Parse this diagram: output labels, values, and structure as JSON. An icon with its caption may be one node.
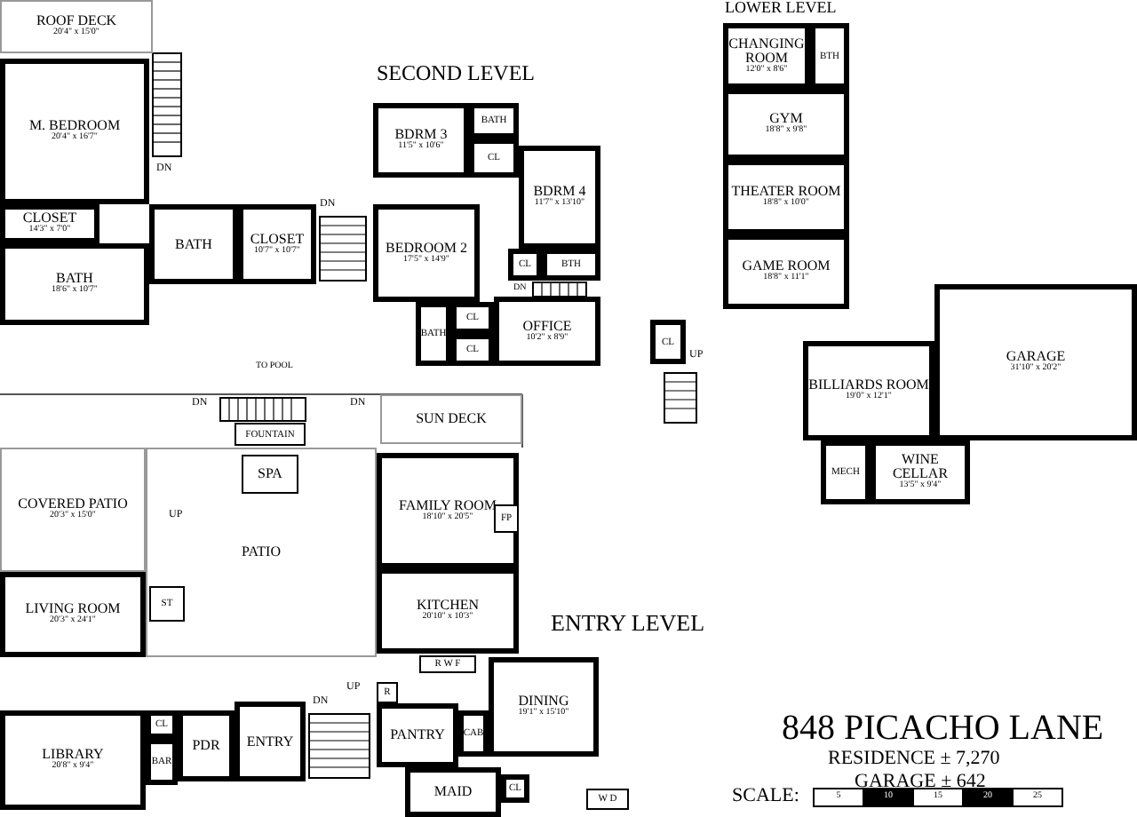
{
  "diagram": {
    "title": "848 PICACHO LANE",
    "nodes": [
      {
        "text": [
          "ROOF DECK",
          "20'4\" x 15'0\""
        ]
      },
      {
        "text": [
          "M. BEDROOM",
          "20'4\" x 16'7\""
        ]
      },
      {
        "text": [
          "CLOSET",
          "14'3\" x 7'0\""
        ]
      },
      {
        "text": [
          "BATH",
          "18'6\" x 10'7\""
        ]
      },
      {
        "text": [
          "BATH"
        ]
      },
      {
        "text": [
          "CLOSET",
          "10'7\" x 10'7\""
        ]
      },
      {
        "text": [
          "BDRM 3",
          "11'5\" x 10'6\""
        ]
      },
      {
        "text": [
          "BATH"
        ]
      },
      {
        "text": [
          "CL"
        ]
      },
      {
        "text": [
          "BDRM 4",
          "11'7\" x 13'10\""
        ]
      },
      {
        "text": [
          "CL"
        ]
      },
      {
        "text": [
          "BTH"
        ]
      },
      {
        "text": [
          "BEDROOM 2",
          "17'5\" x 14'9\""
        ]
      },
      {
        "text": [
          "BATH"
        ]
      },
      {
        "text": [
          "CL"
        ]
      },
      {
        "text": [
          "CL"
        ]
      },
      {
        "text": [
          "OFFICE",
          "10'2\" x 8'9\""
        ]
      },
      {
        "text": [
          "CHANGING ROOM",
          "12'0\" x 8'6\""
        ]
      },
      {
        "text": [
          "BTH"
        ]
      },
      {
        "text": [
          "GYM",
          "18'8\" x 9'8\""
        ]
      },
      {
        "text": [
          "THEATER ROOM",
          "18'8\" x 10'0\""
        ]
      },
      {
        "text": [
          "GAME ROOM",
          "18'8\" x 11'1\""
        ]
      },
      {
        "text": [
          "CL"
        ]
      },
      {
        "text": [
          "BILLIARDS ROOM",
          "19'0\" x 12'1\""
        ]
      },
      {
        "text": [
          "GARAGE",
          "31'10\" x 20'2\""
        ]
      },
      {
        "text": [
          "MECH"
        ]
      },
      {
        "text": [
          "WINE CELLAR",
          "13'5\" x 9'4\""
        ]
      },
      {
        "text": [
          "SUN DECK"
        ]
      },
      {
        "text": [
          "COVERED PATIO",
          "20'3\" x 15'0\""
        ]
      },
      {
        "text": [
          "PATIO"
        ]
      },
      {
        "text": [
          "FOUNTAIN"
        ]
      },
      {
        "text": [
          "SPA"
        ],
        "in": 29
      },
      {
        "text": [
          "ST"
        ],
        "in": 29
      },
      {
        "text": [
          "LIVING ROOM",
          "20'3\" x 24'1\""
        ]
      },
      {
        "text": [
          "FAMILY ROOM",
          "18'10\" x 20'5\""
        ]
      },
      {
        "text": [
          "FP"
        ],
        "in": 34
      },
      {
        "text": [
          "KITCHEN",
          "20'10\" x 10'3\""
        ]
      },
      {
        "text": [
          "R W F"
        ]
      },
      {
        "text": [
          "LIBRARY",
          "20'8\" x 9'4\""
        ]
      },
      {
        "text": [
          "CL"
        ]
      },
      {
        "text": [
          "BAR"
        ]
      },
      {
        "text": [
          "PDR"
        ]
      },
      {
        "text": [
          "ENTRY"
        ]
      },
      {
        "text": [
          "R"
        ]
      },
      {
        "text": [
          "PANTRY"
        ]
      },
      {
        "text": [
          "CAB"
        ]
      },
      {
        "text": [
          "DINING",
          "19'1\" x 15'10\""
        ]
      },
      {
        "text": [
          "MAID"
        ]
      },
      {
        "text": [
          "CL"
        ]
      },
      {
        "text": [
          "W D"
        ]
      }
    ],
    "labels": [
      "LOWER LEVEL",
      "SECOND LEVEL",
      "DN",
      "DN",
      "DN",
      "TO POOL",
      "DN",
      "DN",
      "UP",
      "UP",
      "ENTRY LEVEL",
      "UP",
      "DN",
      "RESIDENCE ± 7,270",
      "GARAGE ± 642",
      "SCALE:",
      "5",
      "10",
      "15",
      "20",
      "25"
    ]
  }
}
